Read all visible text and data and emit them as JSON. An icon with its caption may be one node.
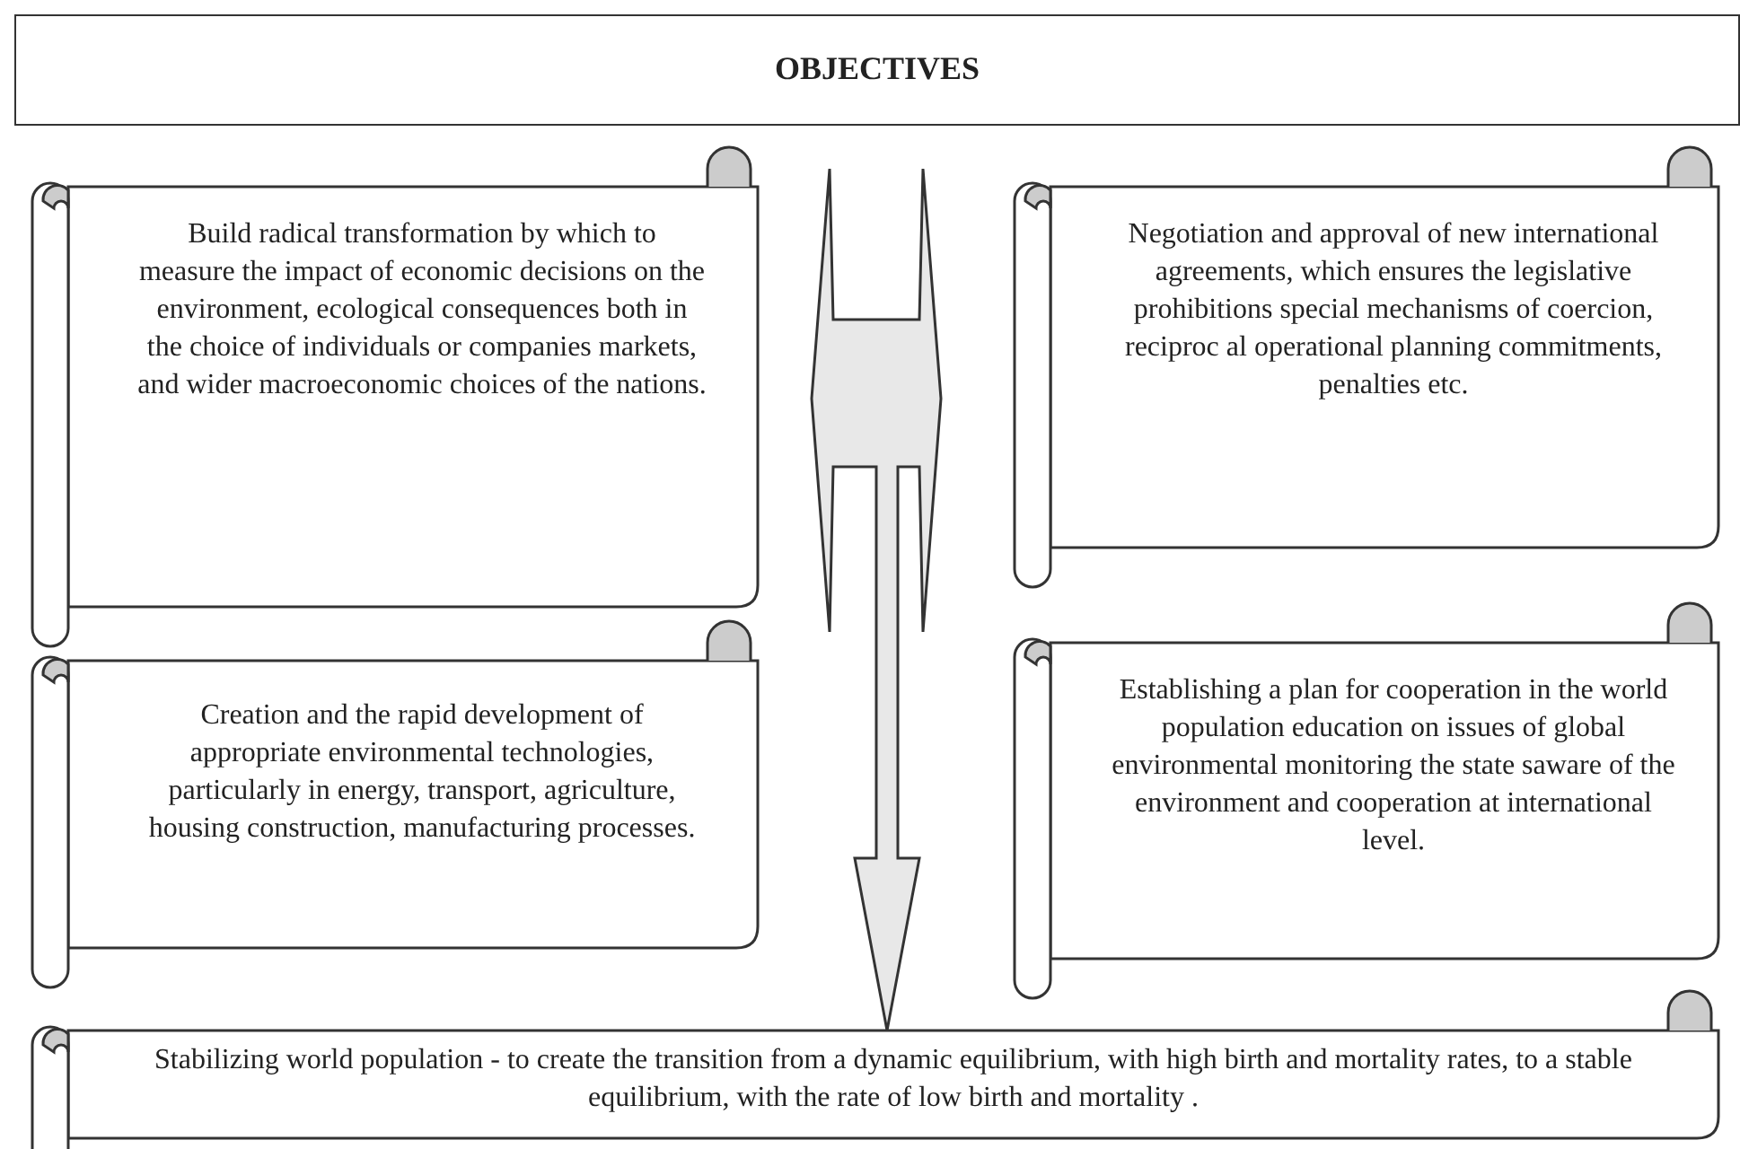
{
  "diagram": {
    "nodes": [
      {
        "text": [
          "OBJECTIVES"
        ]
      },
      {
        "text": [
          "Build radical transformation by which to measure the impact of economic decisions on the environment, ecological consequences both in the choice of individuals or companies markets, and wider macroeconomic choices of the nations."
        ]
      },
      {
        "text": [
          "Negotiation and approval of new international agreements, which ensures the legislative prohibitions special mechanisms of coercion, reciproc al operational planning commitments, penalties etc."
        ]
      },
      {
        "text": [
          "Creation and the rapid development of appropriate environmental technologies, particularly in energy, transport, agriculture, housing construction, manufacturing processes."
        ]
      },
      {
        "text": [
          "Establishing a plan for cooperation in the world population education on issues of global environmental monitoring the state saware of the environment and cooperation at international level."
        ]
      },
      {
        "text": [
          "Stabilizing world population - to create the transition from a dynamic equilibrium, with high birth and mortality rates, to a stable equilibrium, with the rate of low birth and mortality ."
        ]
      }
    ],
    "edges": [
      {
        "from": 0,
        "to": 5,
        "arrow": "to"
      }
    ]
  }
}
